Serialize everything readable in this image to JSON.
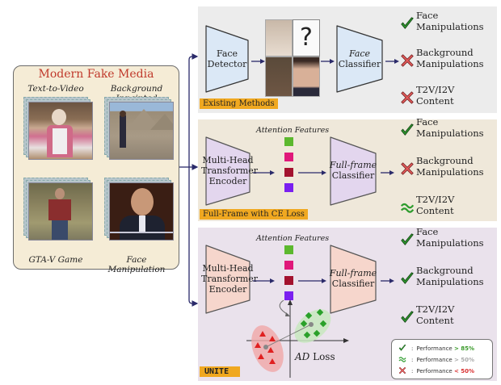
{
  "left_panel": {
    "title": "Modern Fake Media",
    "title_color": "#c0392b",
    "thumbnails": [
      {
        "label": "Text-to-Video",
        "content": "woman-cooking-photo"
      },
      {
        "label": "Background Inpainted",
        "content": "person-pyramids-photo"
      },
      {
        "label": "GTA-V Game",
        "content": "game-character-photo"
      },
      {
        "label": "Face Manipulation",
        "content": "news-anchor-photo"
      }
    ]
  },
  "panels": [
    {
      "tag": "Existing Methods",
      "block1": {
        "line1": "Face",
        "line2": "Detector"
      },
      "middle": {
        "type": "face-crops",
        "question_mark": "?"
      },
      "block2": {
        "line1": "Face",
        "line2": "Classifier",
        "italic_line": 1
      },
      "outputs": [
        {
          "line1": "Face",
          "line2": "Manipulations",
          "status": "check"
        },
        {
          "line1": "Background",
          "line2": "Manipulations",
          "status": "cross"
        },
        {
          "line1": "T2V/I2V",
          "line2": "Content",
          "status": "cross"
        }
      ]
    },
    {
      "tag": "Full-Frame with CE Loss",
      "block1": {
        "line1": "Multi-Head",
        "line2": "Transformer",
        "line3": "Encoder"
      },
      "middle": {
        "type": "attention",
        "label": "Attention Features"
      },
      "block2": {
        "line1": "Full-frame",
        "line2": "Classifier",
        "italic_line": 1
      },
      "outputs": [
        {
          "line1": "Face",
          "line2": "Manipulations",
          "status": "check"
        },
        {
          "line1": "Background",
          "line2": "Manipulations",
          "status": "cross"
        },
        {
          "line1": "T2V/I2V",
          "line2": "Content",
          "status": "approx"
        }
      ]
    },
    {
      "tag": "UNITE",
      "block1": {
        "line1": "Multi-Head",
        "line2": "Transformer",
        "line3": "Encoder"
      },
      "middle": {
        "type": "attention",
        "label": "Attention Features"
      },
      "block2": {
        "line1": "Full-frame",
        "line2": "Classifier",
        "italic_line": 1
      },
      "loss": {
        "italic": "AD",
        "rest": " Loss"
      },
      "outputs": [
        {
          "line1": "Face",
          "line2": "Manipulations",
          "status": "check"
        },
        {
          "line1": "Background",
          "line2": "Manipulations",
          "status": "check"
        },
        {
          "line1": "T2V/I2V",
          "line2": "Content",
          "status": "check"
        }
      ]
    }
  ],
  "attention_colors": [
    "#5cb82e",
    "#e0187a",
    "#a3122e",
    "#7a1ff0"
  ],
  "legend": [
    {
      "symbol": "check",
      "sep": ":",
      "text": "Performance ",
      "value": "> 85%",
      "value_color": "#3a9a2a"
    },
    {
      "symbol": "approx",
      "sep": ":",
      "text": "Performance ",
      "value": "> 50%",
      "value_color": "#aaaaaa"
    },
    {
      "symbol": "cross",
      "sep": ":",
      "text": "Performance ",
      "value": "< 50%",
      "value_color": "#d83030"
    }
  ],
  "colors": {
    "check": "#2e9c2e",
    "cross": "#e85a5a",
    "approx": "#2e9c2e",
    "block_blue": "#dbe8f6",
    "block_purple": "#e3d6ee",
    "block_salmon": "#f6d6cc",
    "tag": "#f0a820",
    "arrow": "#2a2a6a"
  }
}
